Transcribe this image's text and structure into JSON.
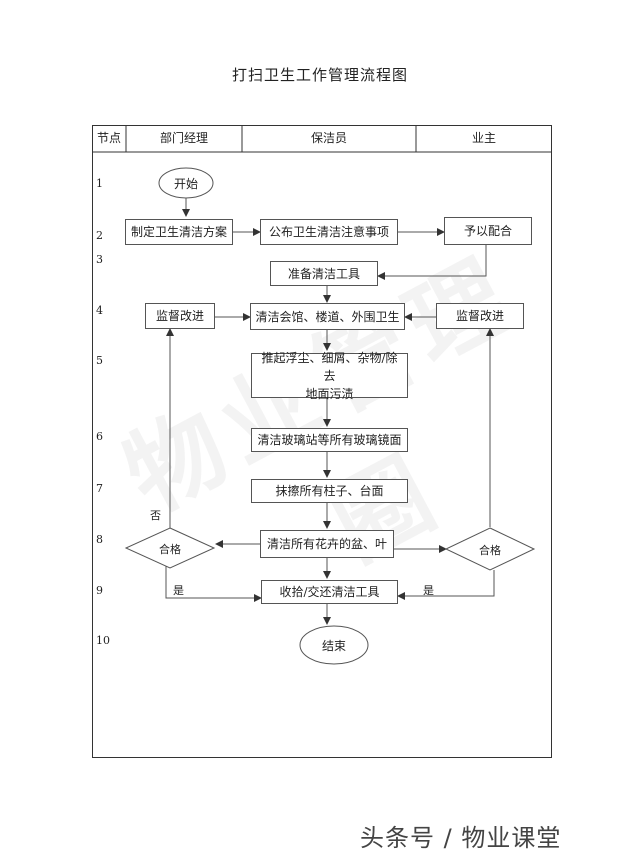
{
  "title": "打扫卫生工作管理流程图",
  "headers": {
    "node": "节点",
    "dept": "部门经理",
    "cleaner": "保洁员",
    "owner": "业主"
  },
  "rows": [
    "1",
    "2",
    "3",
    "4",
    "5",
    "6",
    "7",
    "8",
    "9",
    "10"
  ],
  "nodes": {
    "start": "开始",
    "plan": "制定卫生清洁方案",
    "notice": "公布卫生清洁注意事项",
    "cooperate": "予以配合",
    "prepare": "准备清洁工具",
    "supervise_left": "监督改进",
    "clean_hall": "清洁会馆、楼道、外围卫生",
    "push_dust_1": "推起浮尘、细屑、杂物/除去",
    "push_dust_2": "地面污渍",
    "clean_glass": "清洁玻璃站等所有玻璃镜面",
    "wipe": "抹擦所有柱子、台面",
    "clean_pots": "清洁所有花卉的盆、叶",
    "supervise_right": "监督改进",
    "qualified_left": "合格",
    "qualified_right": "合格",
    "collect": "收拾/交还清洁工具",
    "end": "结束"
  },
  "labels": {
    "no": "否",
    "yes_left": "是",
    "yes_right": "是"
  },
  "watermark": "物业管理圈",
  "footer": "头条号 / 物业课堂"
}
